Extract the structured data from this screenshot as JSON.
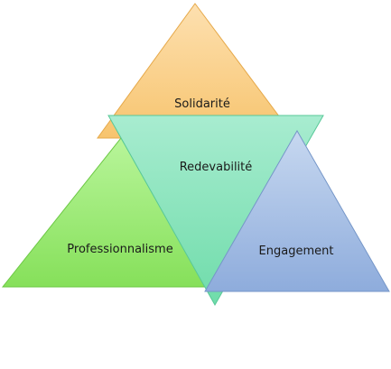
{
  "diagram": {
    "triangles": [
      {
        "id": "solidarite",
        "label": "Solidarité",
        "fill_top": "#fde0b0",
        "fill_bottom": "#f7c46e",
        "stroke": "#e6a94a"
      },
      {
        "id": "professionnalisme",
        "label": "Professionnalisme",
        "fill_top": "#b8f59a",
        "fill_bottom": "#86e05a",
        "stroke": "#6cc845"
      },
      {
        "id": "engagement",
        "label": "Engagement",
        "fill_top": "#c7d8f0",
        "fill_bottom": "#8eacdc",
        "stroke": "#7596c8"
      },
      {
        "id": "redevabilite",
        "label": "Redevabilité",
        "fill_top": "#a8ecd0",
        "fill_bottom": "#6fdcaa",
        "stroke": "#58c898"
      }
    ]
  }
}
